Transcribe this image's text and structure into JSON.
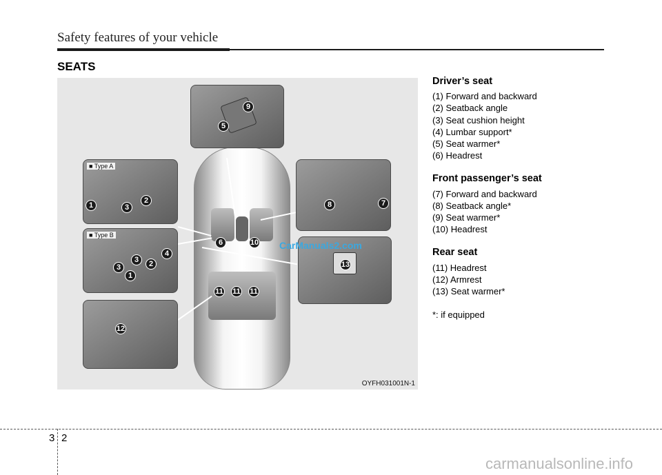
{
  "header": {
    "title": "Safety features of your vehicle"
  },
  "section": {
    "title": "SEATS"
  },
  "figure": {
    "code": "OYFH031001N-1",
    "type_a_label": "■ Type A",
    "type_b_label": "■ Type B",
    "watermark": "CarManuals2.com"
  },
  "callouts": {
    "n1": "1",
    "n2": "2",
    "n3": "3",
    "n4": "4",
    "n5": "5",
    "n6": "6",
    "n7": "7",
    "n8": "8",
    "n9": "9",
    "n10": "10",
    "n11": "11",
    "n12": "12",
    "n13": "13"
  },
  "drivers_seat": {
    "heading": "Driver’s seat",
    "items": [
      "(1) Forward and backward",
      "(2) Seatback angle",
      "(3) Seat cushion height",
      "(4) Lumbar support*",
      "(5) Seat warmer*",
      "(6) Headrest"
    ]
  },
  "passenger_seat": {
    "heading": "Front passenger’s seat",
    "items": [
      "(7) Forward and backward",
      "(8) Seatback angle*",
      "(9) Seat warmer*",
      "(10) Headrest"
    ]
  },
  "rear_seat": {
    "heading": "Rear seat",
    "items": [
      "(11) Headrest",
      "(12) Armrest",
      "(13) Seat warmer*"
    ]
  },
  "footnote": "*: if equipped",
  "footer": {
    "chapter": "3",
    "page": "2",
    "site": "carmanualsonline.info"
  }
}
